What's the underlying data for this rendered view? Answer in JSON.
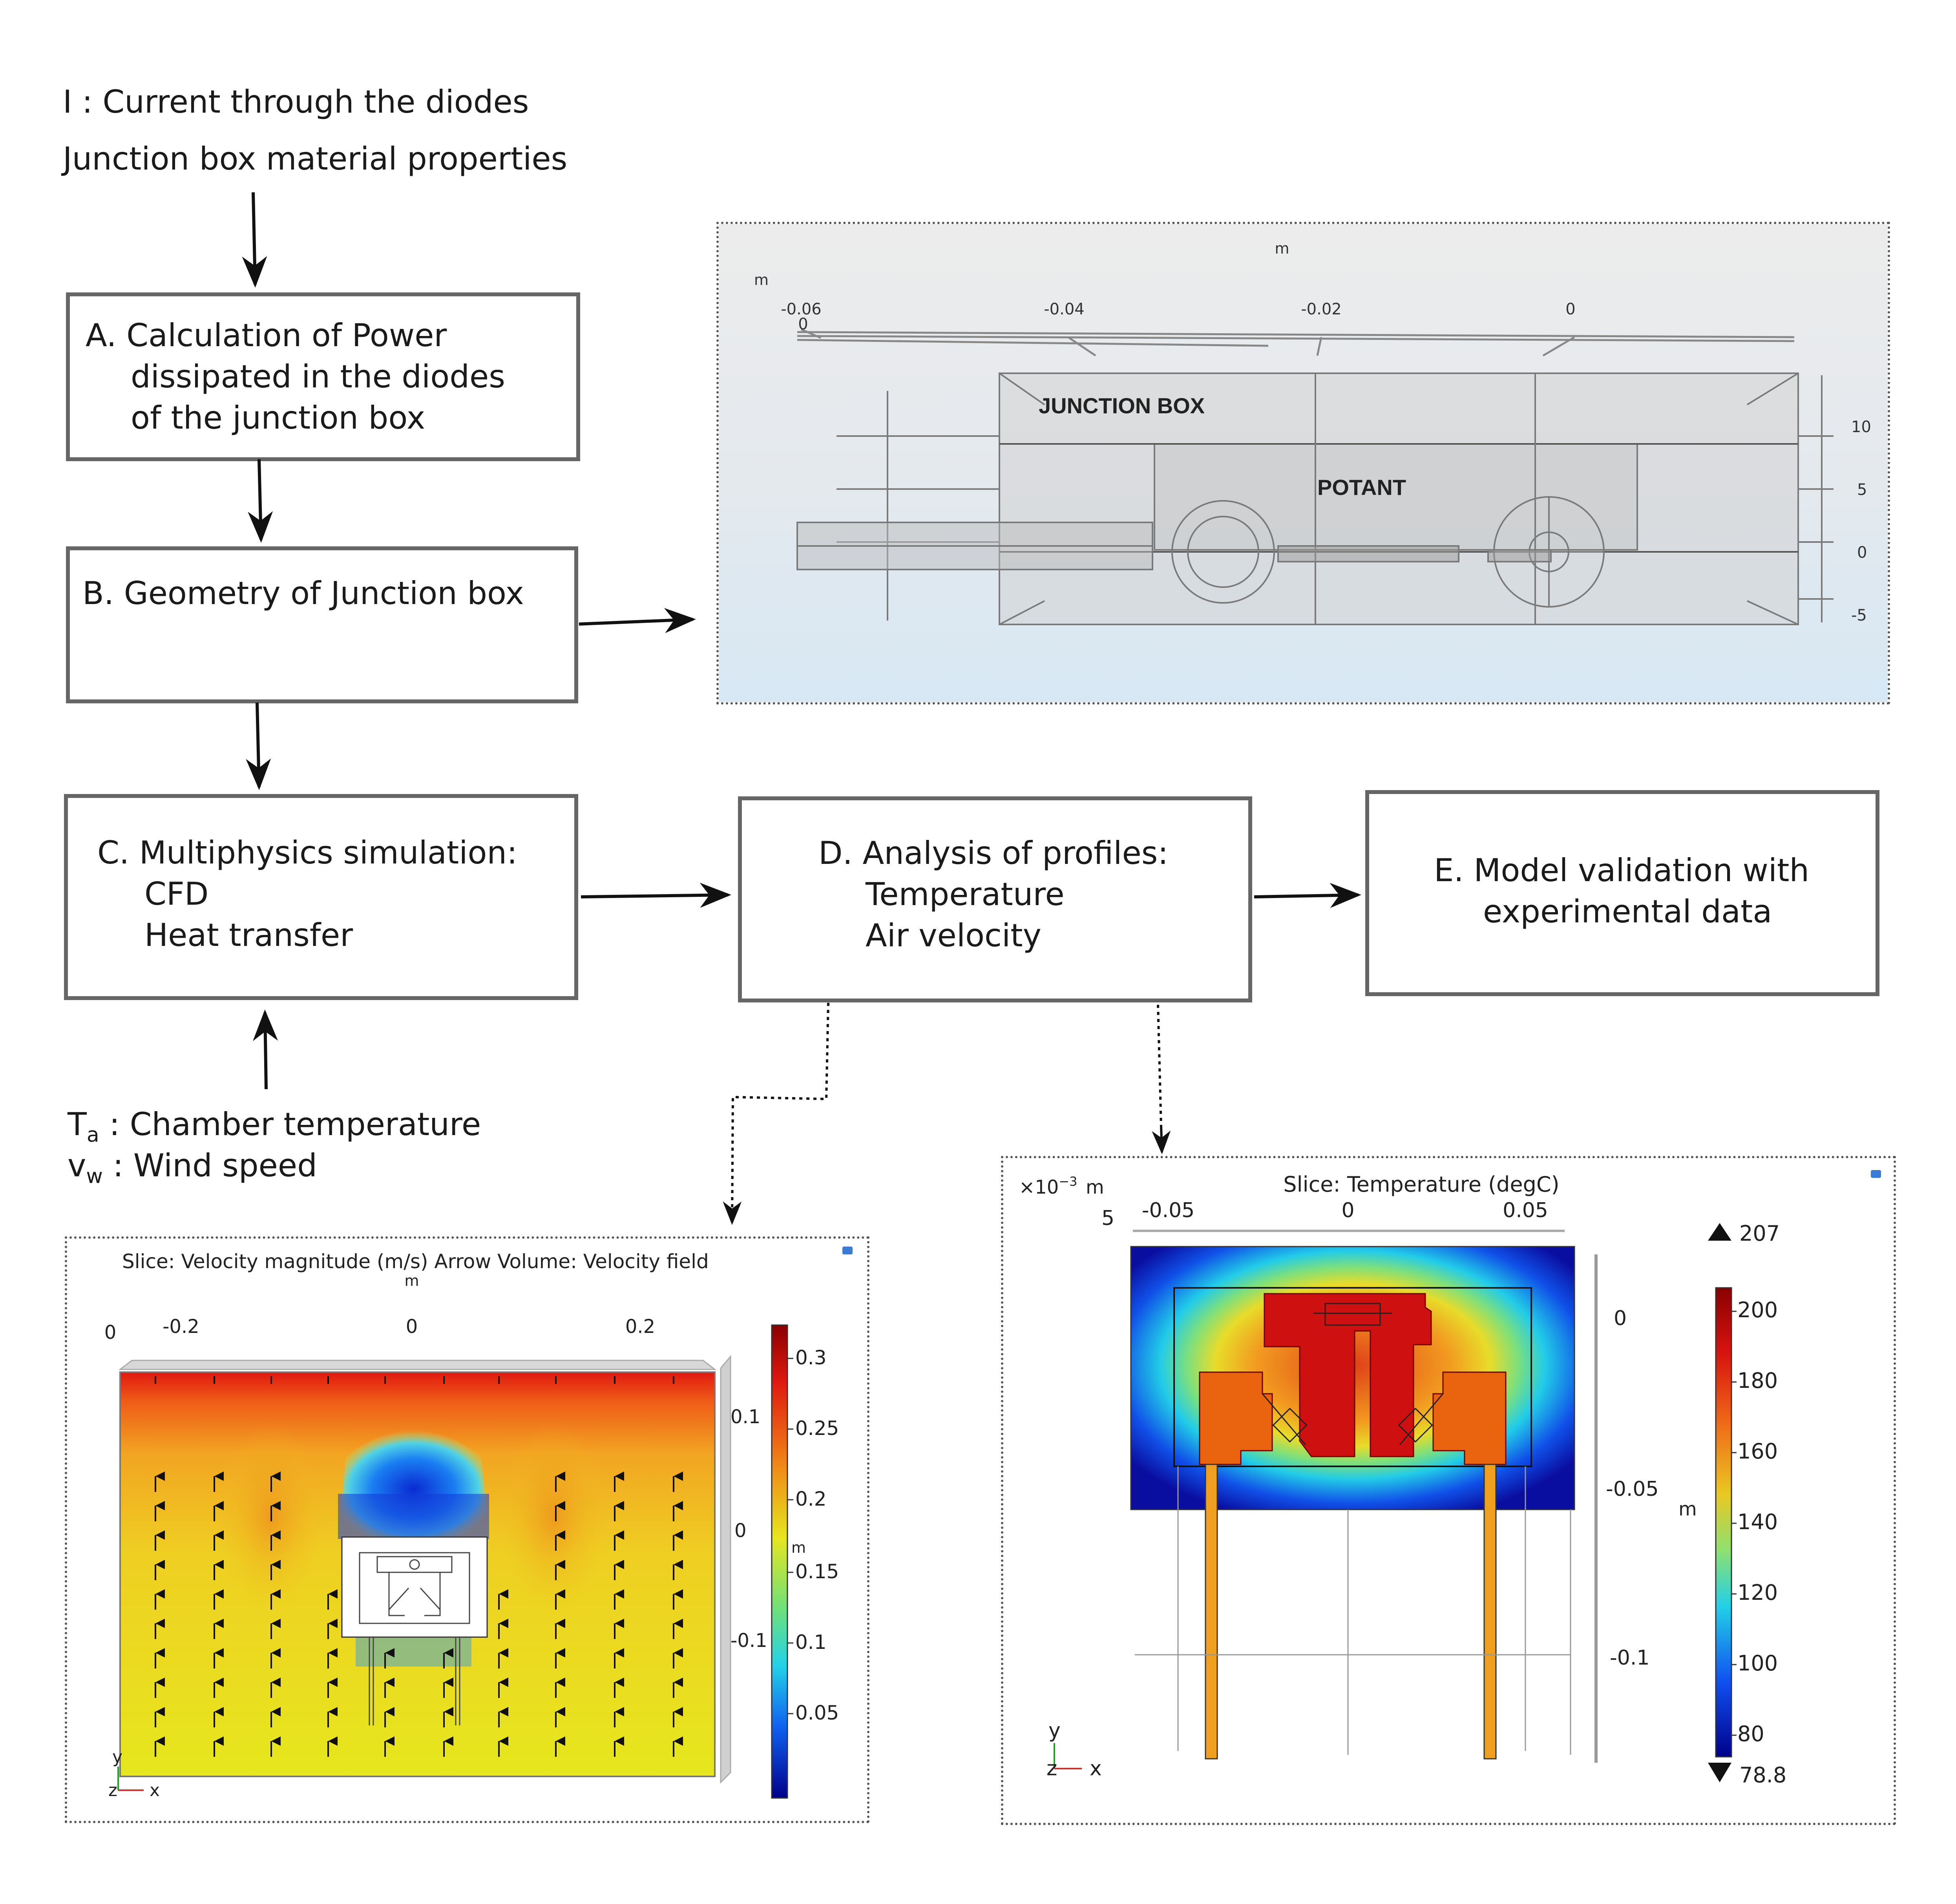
{
  "inputs_top": {
    "line1": "I : Current through the diodes",
    "line2": "Junction box material properties"
  },
  "inputs_bottom": {
    "ta_symbol": "T",
    "ta_sub": "a",
    "ta_text": ": Chamber temperature",
    "vw_symbol": "v",
    "vw_sub": "w",
    "vw_text": ": Wind speed"
  },
  "boxes": {
    "a": {
      "line1": "A. Calculation of Power",
      "line2": "dissipated in the diodes",
      "line3": "of the junction box"
    },
    "b": {
      "line1": "B. Geometry of Junction box"
    },
    "c": {
      "line1": "C. Multiphysics simulation:",
      "line2": "CFD",
      "line3": "Heat transfer"
    },
    "d": {
      "line1": "D. Analysis of profiles:",
      "line2": "Temperature",
      "line3": "Air velocity"
    },
    "e": {
      "line1": "E. Model validation with",
      "line2": "experimental data"
    }
  },
  "geometry_panel": {
    "unit_top": "m",
    "unit_left": "m",
    "x_ticks": [
      "-0.06",
      "-0.04",
      "-0.02",
      "0"
    ],
    "zero_label": "0",
    "right_ticks": [
      "10",
      "5",
      "0",
      "-5"
    ],
    "label_junction_box": "JUNCTION BOX",
    "label_potant": "POTANT"
  },
  "velocity_panel": {
    "title": "Slice: Velocity magnitude (m/s)  Arrow Volume: Velocity field",
    "unit_top": "m",
    "x_ticks": [
      "-0.2",
      "0",
      "0.2"
    ],
    "left_zero": "0",
    "y_ticks": [
      "0.1",
      "0",
      "-0.1"
    ],
    "y_unit": "m",
    "colorbar_ticks": [
      "0.3",
      "0.25",
      "0.2",
      "0.15",
      "0.1",
      "0.05"
    ],
    "axis_y": "y",
    "axis_z": "z",
    "axis_x": "x"
  },
  "temperature_panel": {
    "title": "Slice: Temperature (degC)",
    "scale_prefix": "×10",
    "scale_exp": "−3",
    "unit_top": "m",
    "left_five": "5",
    "x_ticks": [
      "-0.05",
      "0",
      "0.05"
    ],
    "y_ticks": [
      "0",
      "-0.05",
      "-0.1"
    ],
    "y_unit": "m",
    "max_label": "207",
    "min_label": "78.8",
    "colorbar_ticks": [
      "200",
      "180",
      "160",
      "140",
      "120",
      "100",
      "80"
    ],
    "axis_y": "y",
    "axis_z": "z",
    "axis_x": "x"
  },
  "colors": {
    "box_border": "#666666",
    "arrow": "#111111",
    "panel_bg_top": "#ececec",
    "panel_bg_bottom": "#dbeaf4",
    "velocity_high": "#e32012",
    "velocity_mid": "#f2a020",
    "velocity_low_field": "#e6e31e",
    "velocity_low": "#0a30d0",
    "temp_hot": "#cf1010",
    "temp_warm": "#ea6410",
    "temp_cool": "#1070f0",
    "temp_cold": "#0a10a0"
  }
}
